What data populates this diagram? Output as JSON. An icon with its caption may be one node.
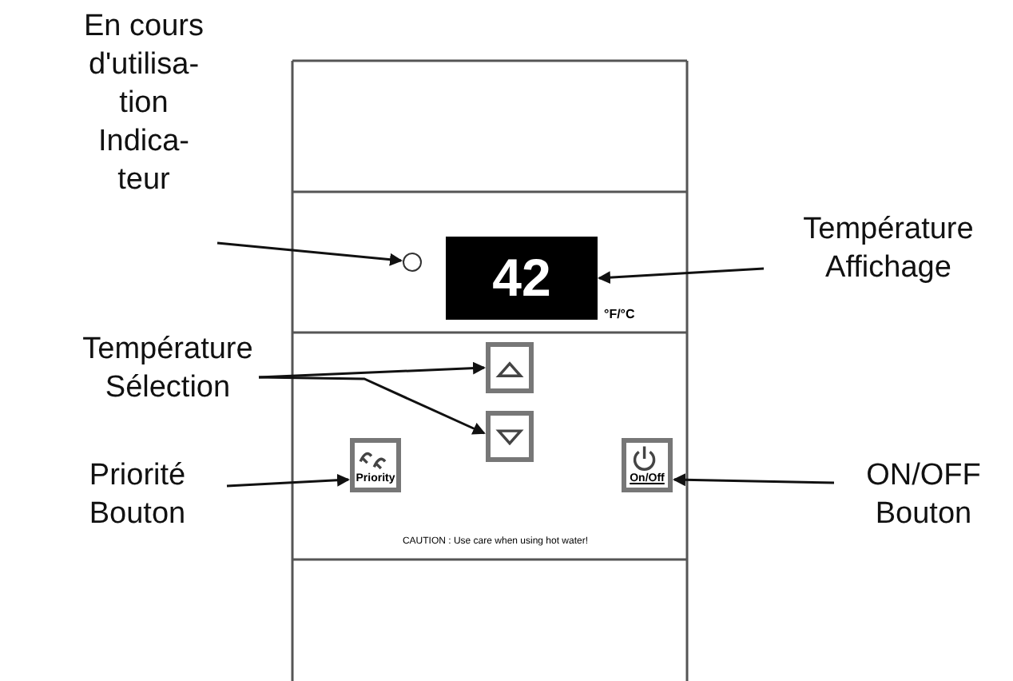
{
  "diagram": {
    "nodes": [
      {
        "text": [
          "En cours d'utilisa- tion Indica- teur"
        ]
      },
      {
        "text": [],
        "shape": "circle"
      },
      {
        "text": [
          "Température Affichage"
        ]
      },
      {
        "text": [
          "42"
        ],
        "beside": [
          "°F/°C"
        ]
      },
      {
        "text": [
          "Température Sélection"
        ]
      },
      {
        "text": [],
        "shape": "box"
      },
      {
        "text": [],
        "shape": "box"
      },
      {
        "text": [
          "Priorité Bouton"
        ]
      },
      {
        "text": [
          "Priority"
        ]
      },
      {
        "text": [
          "ON/OFF Bouton"
        ]
      },
      {
        "text": [
          "On/Off"
        ]
      }
    ],
    "edges": [
      {
        "from": 0,
        "to": 1,
        "arrow": "to"
      },
      {
        "from": 2,
        "to": 3,
        "arrow": "to"
      },
      {
        "from": 4,
        "to": 5,
        "arrow": "to"
      },
      {
        "from": 4,
        "to": 6,
        "arrow": "to"
      },
      {
        "from": 7,
        "to": 8,
        "arrow": "to"
      },
      {
        "from": 9,
        "to": 10,
        "arrow": "to"
      }
    ],
    "labels": [
      "CAUTION : Use care when using hot water!"
    ]
  }
}
